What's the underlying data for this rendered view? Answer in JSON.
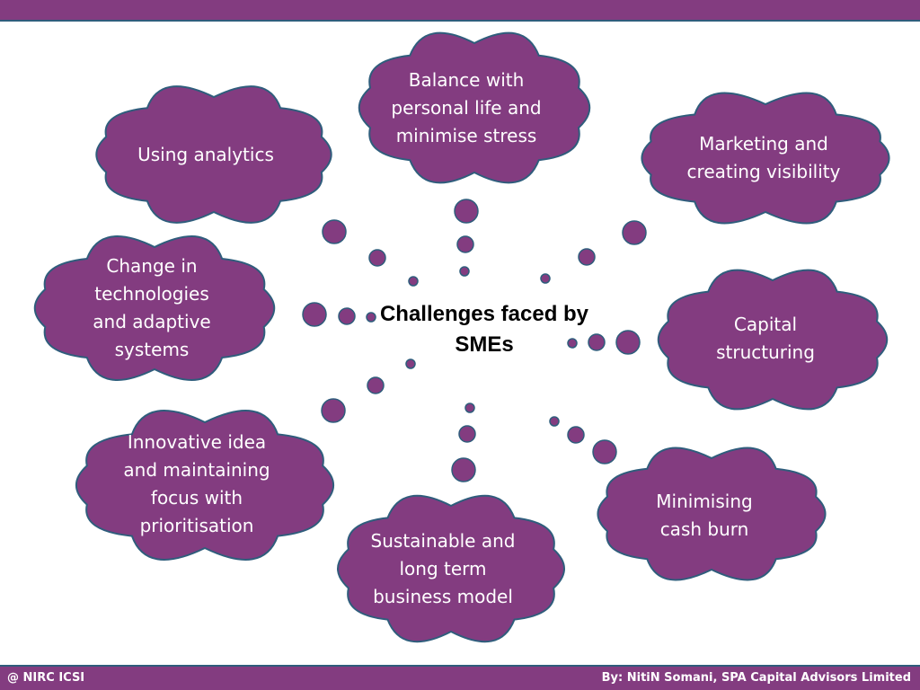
{
  "center_title": "Challenges faced by SMEs",
  "clouds": [
    {
      "id": "work-life",
      "label": "Balance with personal life and minimise stress"
    },
    {
      "id": "analytics",
      "label": "Using analytics"
    },
    {
      "id": "marketing",
      "label": "Marketing and creating visibility"
    },
    {
      "id": "technologies",
      "label": "Change in technologies and adaptive systems"
    },
    {
      "id": "capital",
      "label": "Capital structuring"
    },
    {
      "id": "innovation",
      "label": "Innovative idea and maintaining focus with prioritisation"
    },
    {
      "id": "sustainable",
      "label": "Sustainable and long term business model"
    },
    {
      "id": "cash-burn",
      "label": "Minimising cash burn"
    }
  ],
  "footer": {
    "left": "@ NIRC ICSI",
    "right": "By: NitiN Somani, SPA Capital Advisors Limited"
  },
  "colors": {
    "cloud_fill": "#833c80",
    "cloud_stroke": "#2f5d7c",
    "bar": "#833c80"
  }
}
